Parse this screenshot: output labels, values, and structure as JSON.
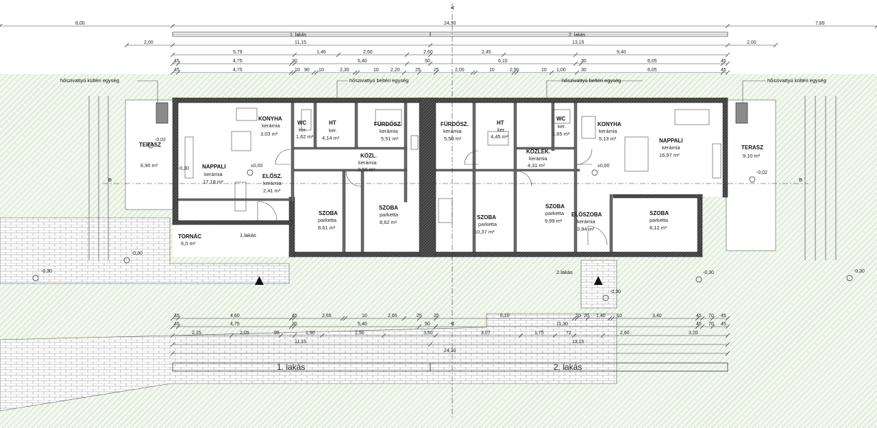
{
  "section_mark": "A",
  "axis_mark": "B",
  "dims": {
    "row1": [
      "8,00",
      "24,30",
      "7,89"
    ],
    "row2": [
      "1. lakás",
      "2. lakás"
    ],
    "row3": [
      "2,00",
      "11,15",
      "13,15",
      "2,00"
    ],
    "row4": [
      "5,79",
      "1,46",
      "2,60",
      "2,60",
      "2,45",
      "9,40"
    ],
    "row5": [
      "45",
      "4,75",
      "30",
      "5,40",
      "50",
      "6,10",
      "30",
      "6,05",
      "45"
    ],
    "row6": [
      "45",
      "4,75",
      "10",
      "90",
      "10",
      "2,30",
      "10",
      "2,20",
      "25",
      "25",
      "2,00",
      "10",
      "2,90",
      "10",
      "1,00",
      "30",
      "6,05",
      "45"
    ],
    "bottom1": [
      "45",
      "4,60",
      "45",
      "2,65",
      "10",
      "2,65",
      "25",
      "25",
      "6,10",
      "10",
      "20",
      "1,40",
      "10",
      "3,40",
      "45",
      "70",
      "45"
    ],
    "bottom2": [
      "45",
      "4,75",
      "30",
      "5,40",
      "50",
      "11,30",
      "45",
      "70",
      "45"
    ],
    "bottom3": [
      "2,15",
      "2,05",
      "95",
      "1,90",
      "2,50",
      "3,50",
      "3,07",
      "1,75",
      "72",
      "2,60",
      "3,20"
    ],
    "bottom4": [
      "11,15",
      "13,15"
    ],
    "bottom5": [
      "24,30"
    ]
  },
  "labels": {
    "outdoor_unit": "hőszivattyú kültéri egység",
    "indoor_unit": "hőszivattyú beltéri egység",
    "unit1": "1. lakás",
    "unit2": "2. lakás",
    "unit1_small": "1.lakás",
    "unit2_small": "2.lakás",
    "levels": [
      "-0,02",
      "±0,00",
      "-0,30",
      "±0,00",
      "-0,02",
      "-0,30",
      "-0,30",
      "-0,30",
      "-0,30",
      "-0,30"
    ]
  },
  "rooms": [
    {
      "name": "TERASZ",
      "finish": "",
      "area": "6,90 m²"
    },
    {
      "name": "KONYHA",
      "finish": "kerámia",
      "area": "3,03 m²"
    },
    {
      "name": "NAPPALI",
      "finish": "kerámia",
      "area": "17,18 m²"
    },
    {
      "name": "WC",
      "finish": "ker.",
      "area": "1,62 m²"
    },
    {
      "name": "HT",
      "finish": "ker.",
      "area": "4,14 m²"
    },
    {
      "name": "FÜRDŐSZ.",
      "finish": "kerámia",
      "area": "5,51 m²"
    },
    {
      "name": "KÖZL.",
      "finish": "kerámia",
      "area": "3,56 m²"
    },
    {
      "name": "ELŐSZ.",
      "finish": "kerámia",
      "area": "2,41 m²"
    },
    {
      "name": "TORNÁC",
      "finish": "",
      "area": "6,0 m²"
    },
    {
      "name": "SZOBA",
      "finish": "parketta",
      "area": "8,61 m²"
    },
    {
      "name": "SZOBA",
      "finish": "parketta",
      "area": "8,62 m²"
    },
    {
      "name": "FÜRDŐSZ.",
      "finish": "kerámia",
      "area": "5,50 m²"
    },
    {
      "name": "HT",
      "finish": "ker.",
      "area": "4,45 m²"
    },
    {
      "name": "WC",
      "finish": "ker.",
      "area": "1,65 m²"
    },
    {
      "name": "KÖZLEK.",
      "finish": "kerámia",
      "area": "4,31 m²"
    },
    {
      "name": "KONYHA",
      "finish": "kerámia",
      "area": "5,13 m²"
    },
    {
      "name": "NAPPALI",
      "finish": "kerámia",
      "area": "16,97 m²"
    },
    {
      "name": "TERASZ",
      "finish": "",
      "area": "9,10 m²"
    },
    {
      "name": "SZOBA",
      "finish": "parketta",
      "area": "10,37 m²"
    },
    {
      "name": "SZOBA",
      "finish": "parketta",
      "area": "9,99 m²"
    },
    {
      "name": "ELŐSZOBA",
      "finish": "kerámia",
      "area": "3,94 m²"
    },
    {
      "name": "SZOBA",
      "finish": "parketta",
      "area": "8,12 m²"
    }
  ]
}
